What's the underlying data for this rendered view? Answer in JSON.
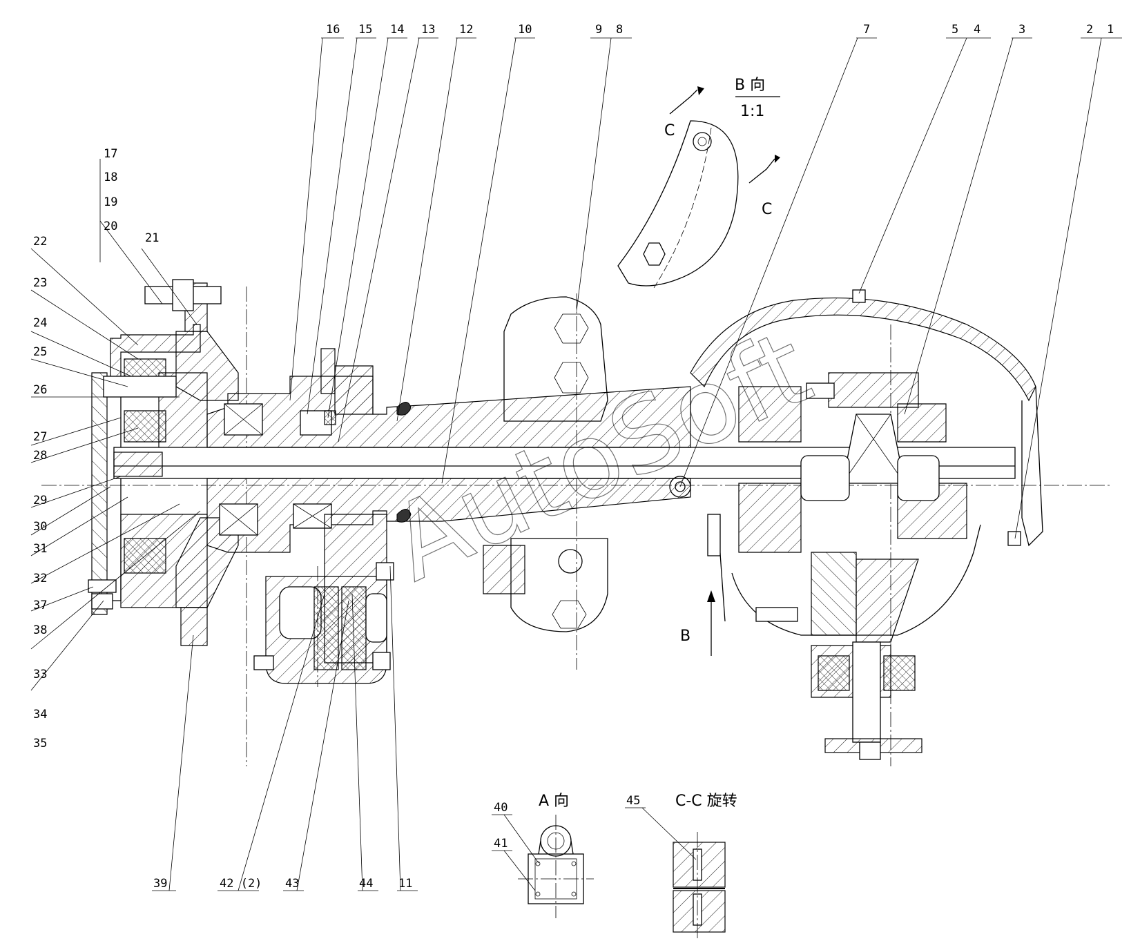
{
  "watermark": "AutoSoft",
  "view_b": {
    "title": "B 向",
    "scale": "1:1",
    "section_marker_top": "C",
    "section_marker_bottom": "C",
    "arrow_label": "B"
  },
  "view_a": {
    "title": "A  向"
  },
  "view_cc": {
    "title": "C-C 旋转"
  },
  "top_labels": [
    "16",
    "15",
    "14",
    "13",
    "12",
    "10",
    "9",
    "8",
    "7",
    "5",
    "4",
    "3",
    "2",
    "1"
  ],
  "left_labels": [
    "17",
    "18",
    "19",
    "20",
    "21",
    "22",
    "23",
    "24",
    "25",
    "26",
    "27",
    "28",
    "29",
    "30",
    "31",
    "32",
    "37",
    "38",
    "33",
    "34",
    "35"
  ],
  "bottom_labels": [
    "39",
    "42 (2)",
    "43",
    "44",
    "11"
  ],
  "view_a_labels": [
    "40",
    "41"
  ],
  "view_cc_labels": [
    "45"
  ]
}
